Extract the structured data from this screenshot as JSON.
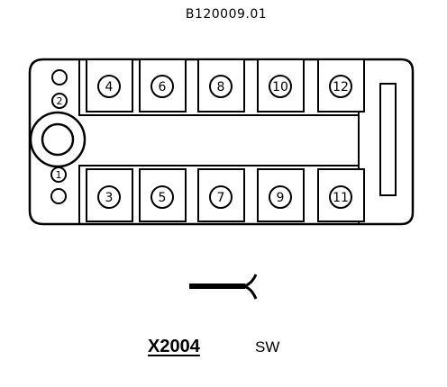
{
  "figure_id": "B120009.01",
  "connector": {
    "label": "X2004",
    "color_code": "SW"
  },
  "pins_top": [
    "4",
    "6",
    "8",
    "10",
    "12"
  ],
  "pins_bottom": [
    "3",
    "5",
    "7",
    "9",
    "11"
  ],
  "side_pins": {
    "upper": "2",
    "lower": "1"
  },
  "icons": {
    "wire_end": "wire-connector-icon"
  }
}
